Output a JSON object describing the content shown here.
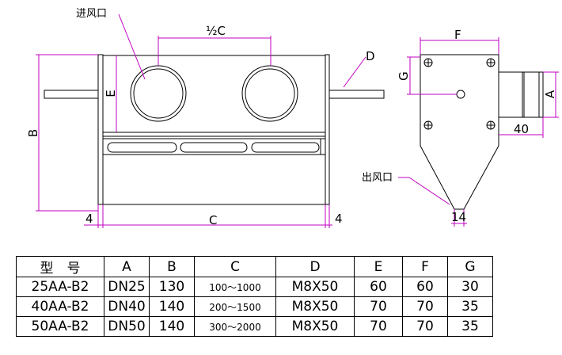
{
  "drawing": {
    "front_view": {
      "inlet_label": "进风口",
      "dim_half_c": "½C",
      "dim_d": "D",
      "dim_b": "B",
      "dim_e": "E",
      "dim_c": "C",
      "dim_4_left": "4",
      "dim_4_right": "4"
    },
    "side_view": {
      "dim_f": "F",
      "dim_g": "G",
      "dim_a": "A",
      "dim_40": "40",
      "outlet_label": "出风口",
      "dim_14": "14"
    }
  },
  "table": {
    "headers": [
      "型　号",
      "A",
      "B",
      "C",
      "D",
      "E",
      "F",
      "G"
    ],
    "rows": [
      [
        "25AA-B2",
        "DN25",
        "130",
        "100～1000",
        "M8X50",
        "60",
        "60",
        "30"
      ],
      [
        "40AA-B2",
        "DN40",
        "140",
        "200～1500",
        "M8X50",
        "70",
        "70",
        "35"
      ],
      [
        "50AA-B2",
        "DN50",
        "140",
        "300～2000",
        "M8X50",
        "70",
        "70",
        "35"
      ]
    ]
  }
}
